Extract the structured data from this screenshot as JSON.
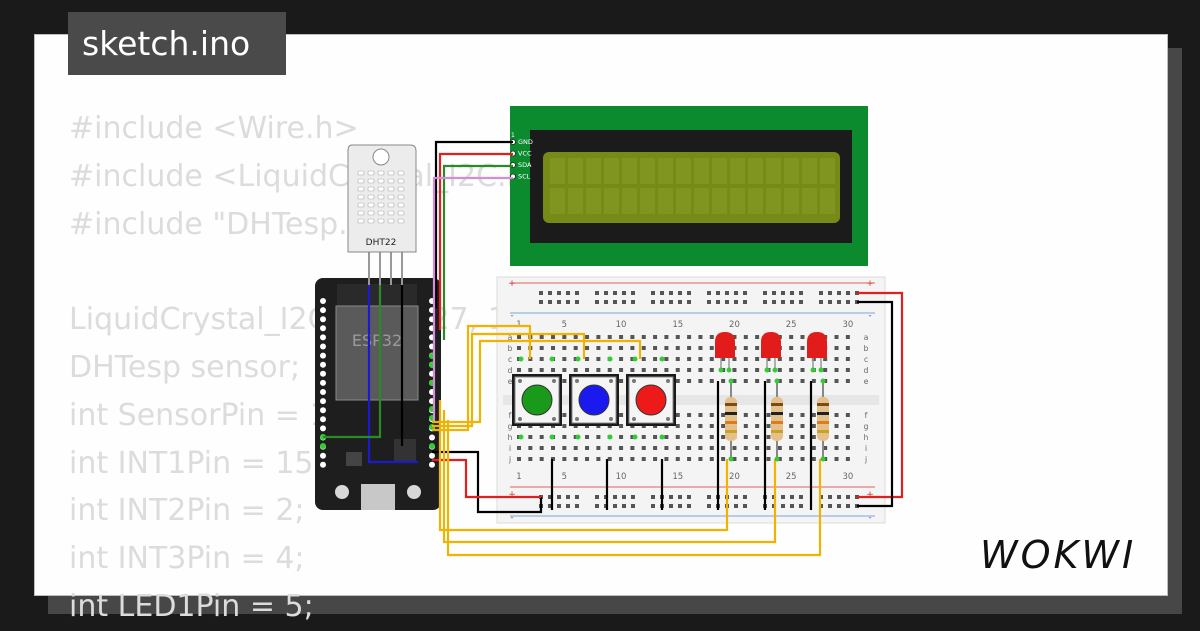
{
  "file_tab": {
    "label": "sketch.ino"
  },
  "code_lines": [
    "#include <Wire.h>",
    "#include <LiquidCrystal_I2C.h>",
    "#include \"DHTesp.h\"",
    "",
    "LiquidCrystal_I2C lcd(0x27, 16, 2);",
    "DHTesp sensor;",
    "int SensorPin = 13;",
    "int INT1Pin = 15;",
    "int INT2Pin = 2;",
    "int INT3Pin = 4;",
    "int LED1Pin = 5;"
  ],
  "dht": {
    "label": "DHT22"
  },
  "esp32": {
    "label": "ESP32"
  },
  "lcd": {
    "pins": [
      "GND",
      "VCC",
      "SDA",
      "SCL"
    ],
    "pin1": "1",
    "color": "#0b8a2e",
    "screen": "#758a17"
  },
  "breadboard": {
    "col_labels": [
      "1",
      "5",
      "10",
      "15",
      "20",
      "25",
      "30"
    ],
    "row_labels_top": [
      "a",
      "b",
      "c",
      "d",
      "e"
    ],
    "row_labels_bottom": [
      "f",
      "g",
      "h",
      "i",
      "j"
    ]
  },
  "buttons": [
    {
      "name": "green",
      "color": "#1a9a1a"
    },
    {
      "name": "blue",
      "color": "#1a1aee"
    },
    {
      "name": "red",
      "color": "#ee1a1a"
    }
  ],
  "leds": [
    {
      "color": "#e21b1b"
    },
    {
      "color": "#e21b1b"
    },
    {
      "color": "#e21b1b"
    }
  ],
  "logo": {
    "text": "WOKWI"
  }
}
